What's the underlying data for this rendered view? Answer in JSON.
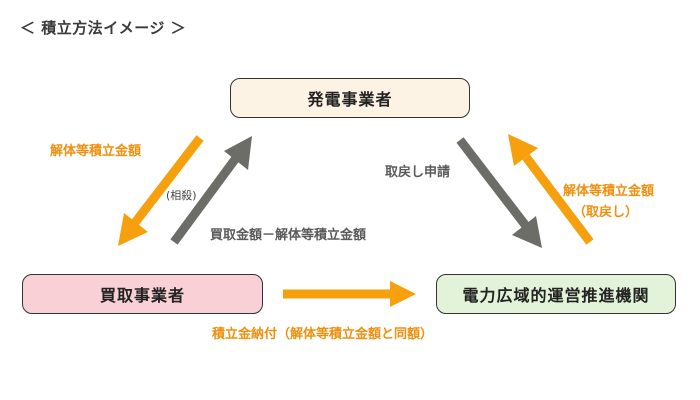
{
  "page": {
    "title": "＜ 積立方法イメージ ＞"
  },
  "nodes": {
    "generator": "発電事業者",
    "buyer": "買取事業者",
    "occto": "電力広域的運営推進機関"
  },
  "labels": {
    "gen_to_buyer": "解体等積立金額",
    "offset": "(相殺)",
    "buyer_to_gen": "買取金額－解体等積立金額",
    "withdraw_request": "取戻し申請",
    "occto_to_gen_line1": "解体等積立金額",
    "occto_to_gen_line2": "（取戻し）",
    "buyer_to_occto": "積立金納付（解体等積立金額と同額）"
  },
  "colors": {
    "orange": "#f5a00c",
    "gray": "#6b6d66"
  }
}
